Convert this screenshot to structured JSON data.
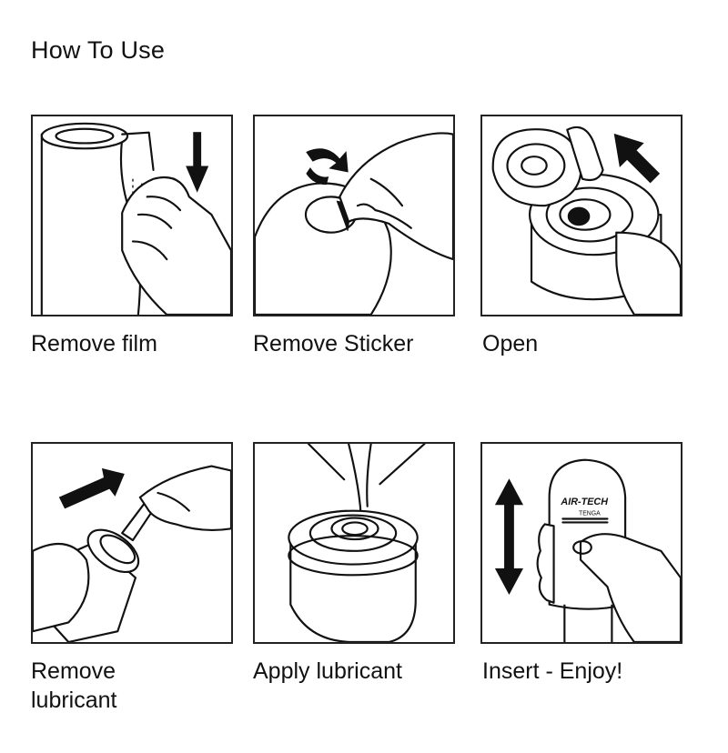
{
  "header": {
    "title": "How To Use"
  },
  "steps": [
    {
      "caption": "Remove film",
      "icon": "remove-film-illustration"
    },
    {
      "caption": "Remove Sticker",
      "icon": "remove-sticker-illustration"
    },
    {
      "caption": "Open",
      "icon": "open-cap-illustration"
    },
    {
      "caption": "Remove\nlubricant",
      "icon": "remove-lubricant-illustration"
    },
    {
      "caption": "Apply lubricant",
      "icon": "apply-lubricant-illustration"
    },
    {
      "caption": "Insert - Enjoy!",
      "icon": "insert-enjoy-illustration"
    }
  ],
  "product": {
    "logo_text": "AIR-TECH",
    "brand_text": "TENGA"
  }
}
